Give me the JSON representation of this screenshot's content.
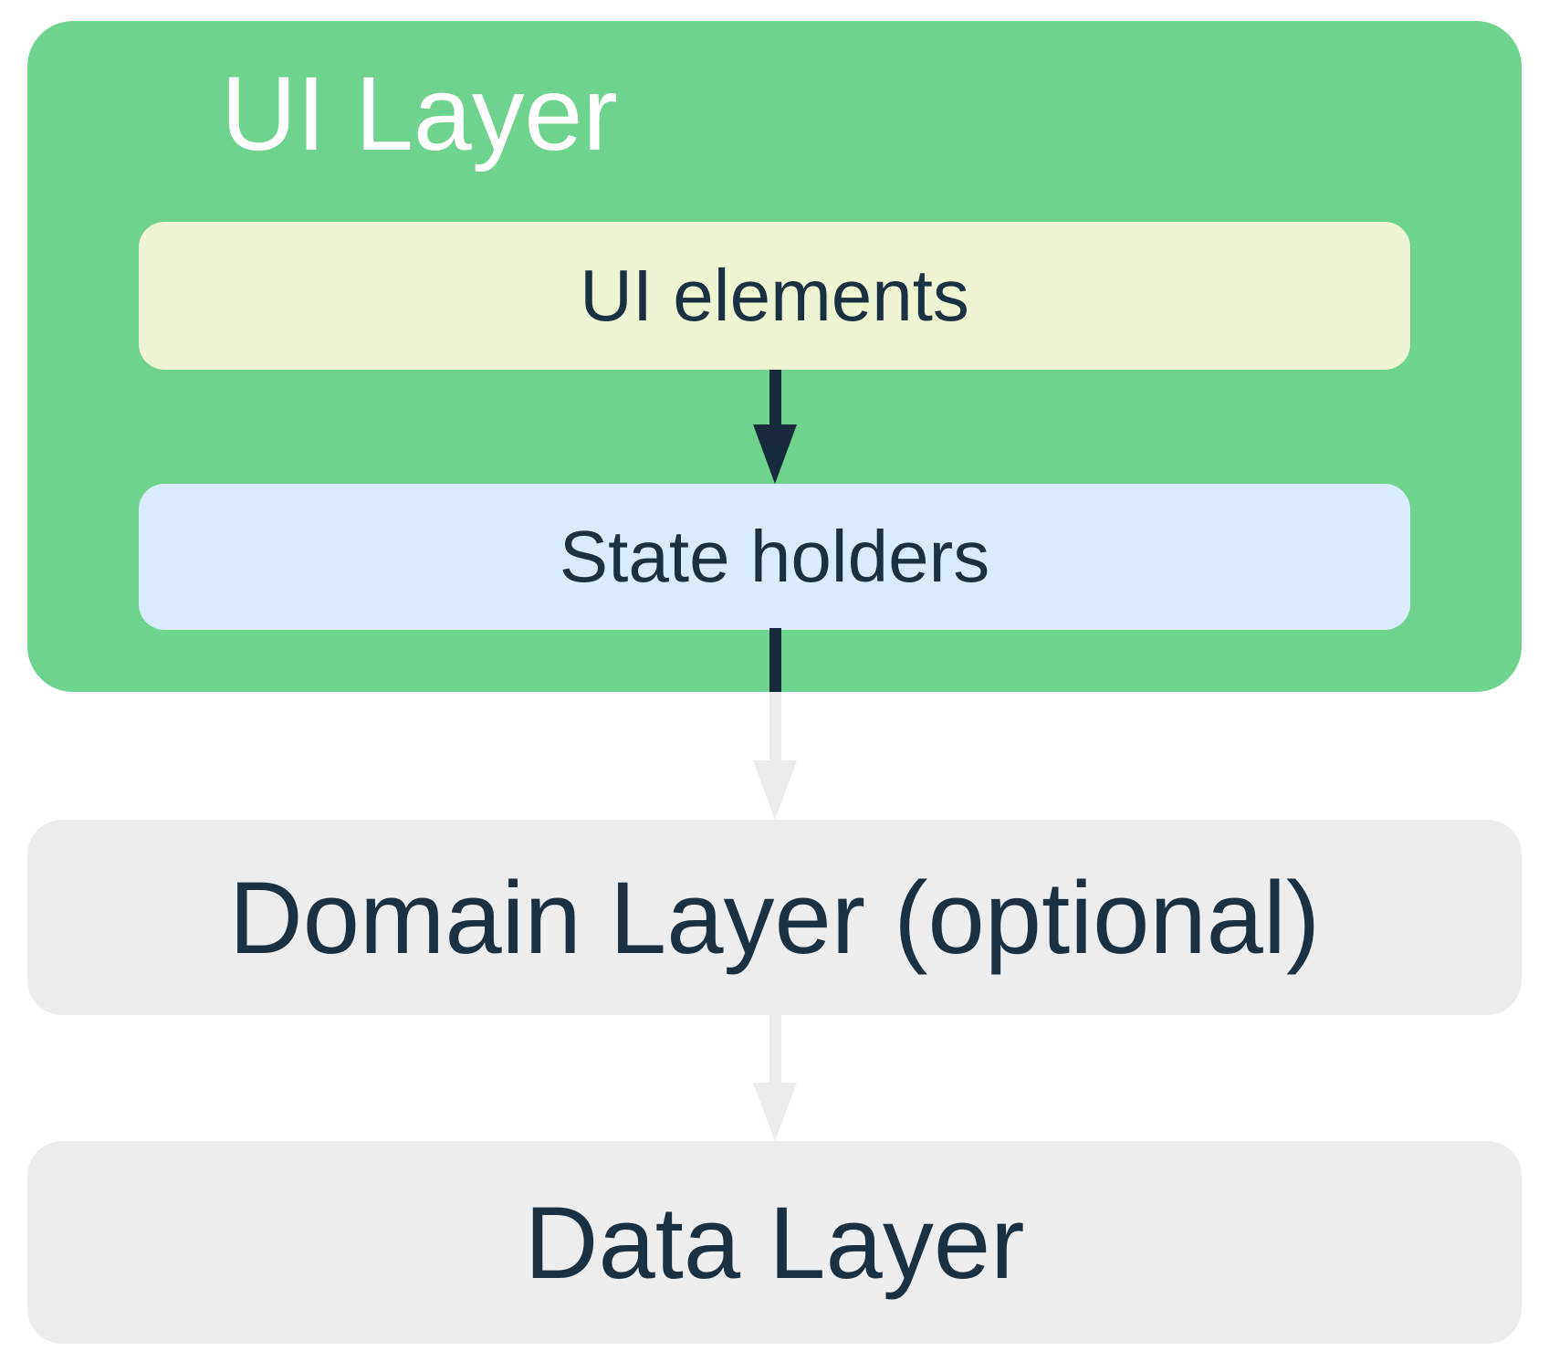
{
  "diagram": {
    "ui_layer": {
      "label": "UI Layer",
      "children": [
        {
          "label": "UI elements"
        },
        {
          "label": "State holders"
        }
      ]
    },
    "domain_layer": {
      "label": "Domain Layer (optional)"
    },
    "data_layer": {
      "label": "Data Layer"
    },
    "arrows": [
      {
        "name": "ui-elements-to-state-holders",
        "style": "dark"
      },
      {
        "name": "state-holders-to-domain-layer",
        "style": "dark-to-light"
      },
      {
        "name": "domain-layer-to-data-layer",
        "style": "light"
      }
    ]
  },
  "colors": {
    "background": "#FFFFFF",
    "ui_layer_bg": "#6ED38C",
    "ui_elements_bg": "#EFF5D3",
    "state_holders_bg": "#D9ECFB",
    "layer_box_bg": "#EDEDED",
    "title_text": "#FFFFFF",
    "text_dark": "#1B3142",
    "arrow_dark": "#172A3B",
    "arrow_light": "#ECECEC"
  }
}
